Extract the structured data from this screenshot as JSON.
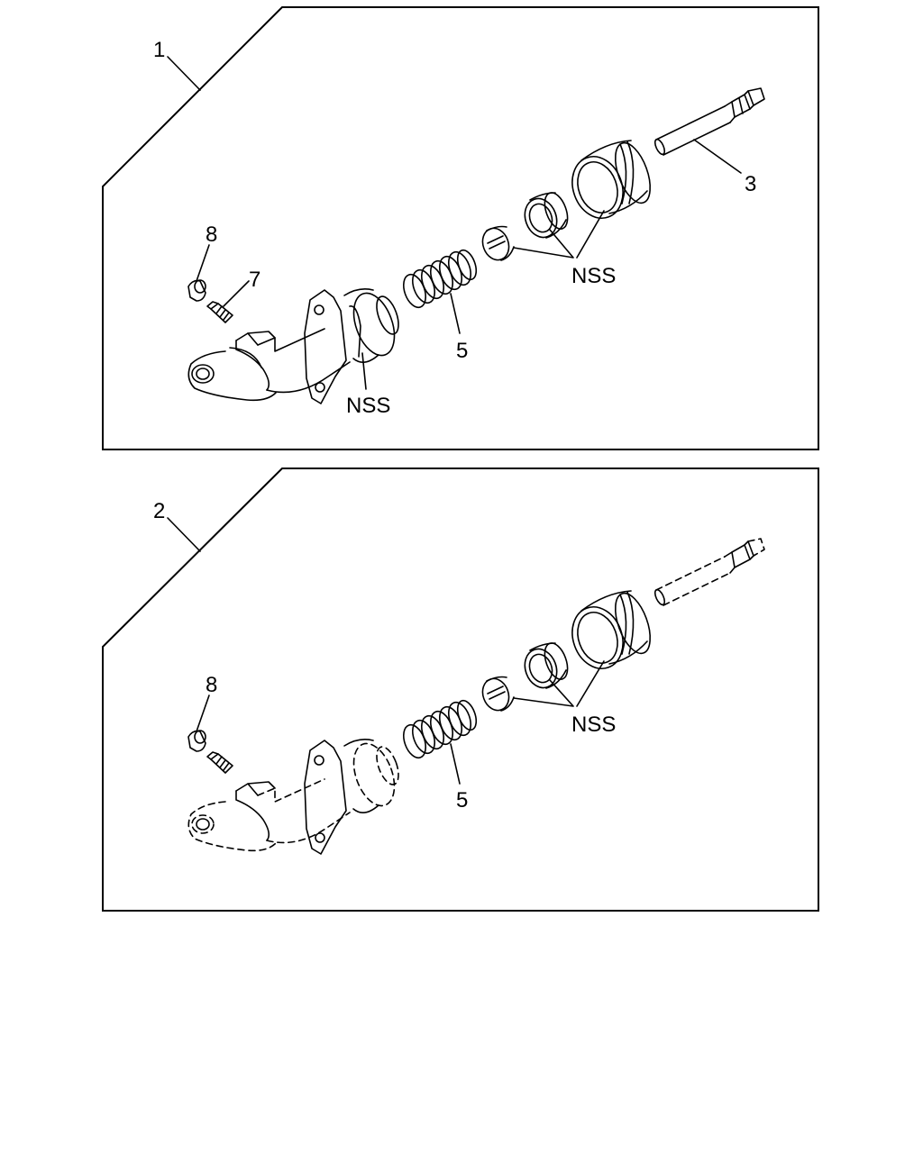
{
  "panels": [
    {
      "ref": "1",
      "callouts": {
        "nss_body": "NSS",
        "nss_group": "NSS",
        "pushrod": "3",
        "spring": "5",
        "bleeder": "7",
        "cap": "8"
      }
    },
    {
      "ref": "2",
      "callouts": {
        "nss_group": "NSS",
        "spring": "5",
        "cap": "8"
      }
    }
  ]
}
